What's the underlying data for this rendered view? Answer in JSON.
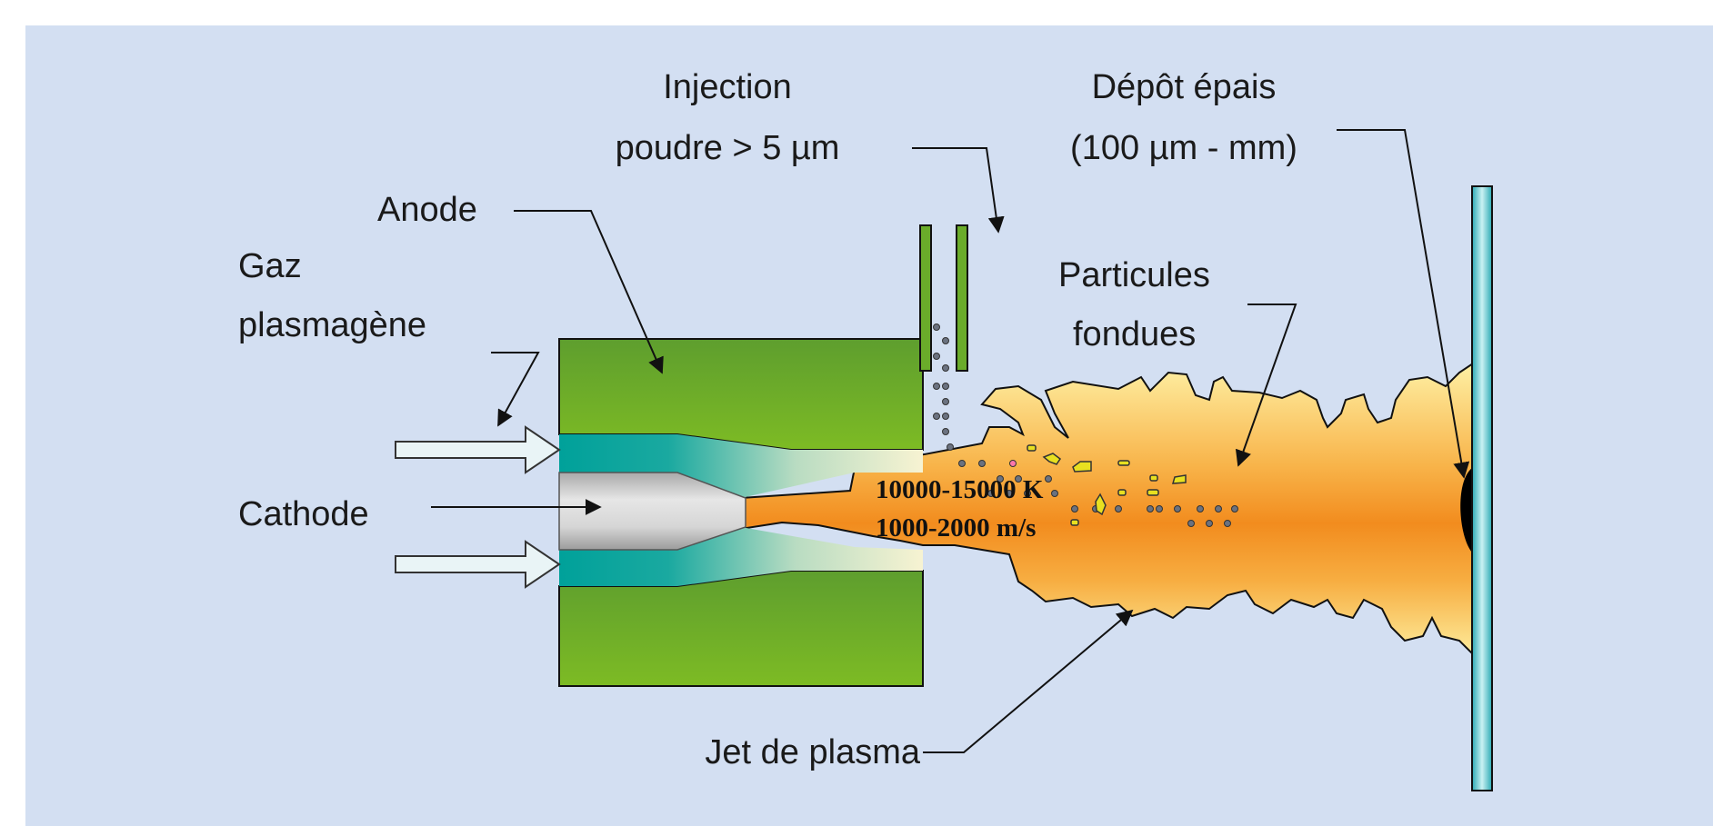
{
  "labels": {
    "injection_line1": "Injection",
    "injection_line2": "poudre > 5 µm",
    "deposit_line1": "Dépôt épais",
    "deposit_line2": "(100 µm - mm)",
    "anode": "Anode",
    "gas_line1": "Gaz",
    "gas_line2": "plasmagène",
    "cathode": "Cathode",
    "particles_line1": "Particules",
    "particles_line2": "fondues",
    "jet": "Jet de plasma",
    "temperature": "10000-15000 K",
    "velocity": "1000-2000 m/s"
  },
  "colors": {
    "background": "#d3dff2",
    "anode_green": "#6aac2a",
    "gas_teal": "#00a19a",
    "cathode_grey": "#c8c8c8",
    "plasma_orange": "#f28c1e",
    "plasma_yellow": "#fde68f",
    "substrate_cyan": "#6fd0d6"
  }
}
